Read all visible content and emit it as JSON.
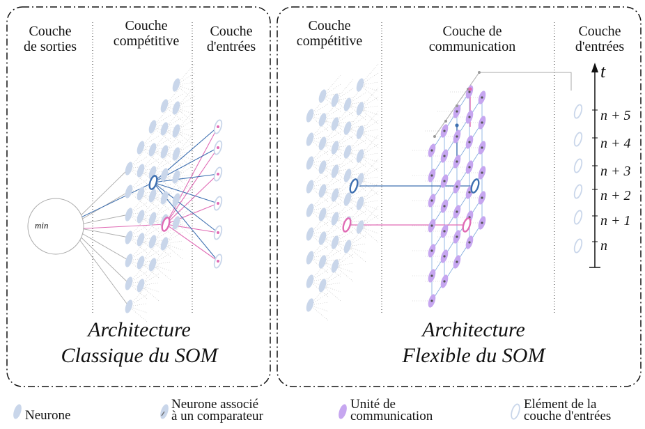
{
  "left_panel": {
    "col_outputs": "Couche\nde sorties",
    "col_competitive": "Couche\ncompétitive",
    "col_inputs": "Couche\nd'entrées",
    "min_label": "min",
    "title_line1": "Architecture",
    "title_line2": "Classique du SOM"
  },
  "right_panel": {
    "col_competitive": "Couche\ncompétitive",
    "col_communication": "Couche de\ncommunication",
    "col_inputs": "Couche\nd'entrées",
    "time_axis_label": "t",
    "time_ticks": [
      "n + 5",
      "n + 4",
      "n + 3",
      "n + 2",
      "n + 1",
      "n"
    ],
    "title_line1": "Architecture",
    "title_line2": "Flexible du SOM"
  },
  "legend": {
    "neuron": "Neurone",
    "neuron_comparator": "Neurone associé\nà un comparateur",
    "communication_unit": "Unité de\ncommunication",
    "input_element": "Elément de la\ncouche d'entrées"
  },
  "colors": {
    "neuron": "#c9d6ea",
    "comm_unit": "#c6a6f0",
    "highlight_blue": "#3d6fb0",
    "highlight_pink": "#e06bb5",
    "grid_line": "#7aa6dd",
    "gray_line": "#aaaaaa"
  }
}
